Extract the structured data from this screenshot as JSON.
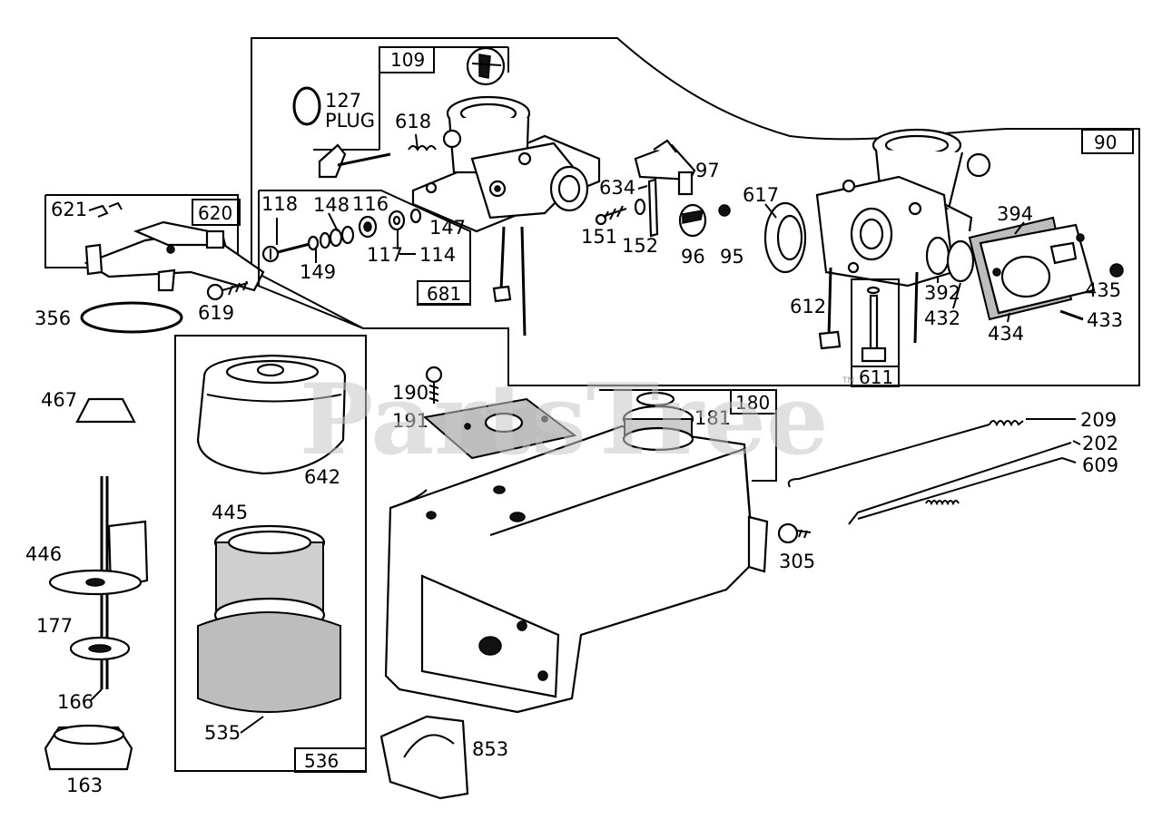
{
  "watermark": "PartsTree",
  "trademark": "TM",
  "callouts": {
    "c109": "109",
    "c127": "127",
    "plug": "PLUG",
    "c618": "618",
    "c90": "90",
    "c97": "97",
    "c634": "634",
    "c151": "151",
    "c152": "152",
    "c96": "96",
    "c95": "95",
    "c617": "617",
    "c394": "394",
    "c435": "435",
    "c433": "433",
    "c434": "434",
    "c392": "392",
    "c432": "432",
    "c612": "612",
    "c611": "611",
    "c621": "621",
    "c620": "620",
    "c118": "118",
    "c148": "148",
    "c116": "116",
    "c147": "147",
    "c117": "117",
    "c114": "114",
    "c149": "149",
    "c681": "681",
    "c619": "619",
    "c356": "356",
    "c467": "467",
    "c642": "642",
    "c445": "445",
    "c535": "535",
    "c536": "536",
    "c446": "446",
    "c177": "177",
    "c166": "166",
    "c163": "163",
    "c190": "190",
    "c191": "191",
    "c180": "180",
    "c181": "181",
    "c209": "209",
    "c202": "202",
    "c609": "609",
    "c305": "305",
    "c853": "853"
  }
}
